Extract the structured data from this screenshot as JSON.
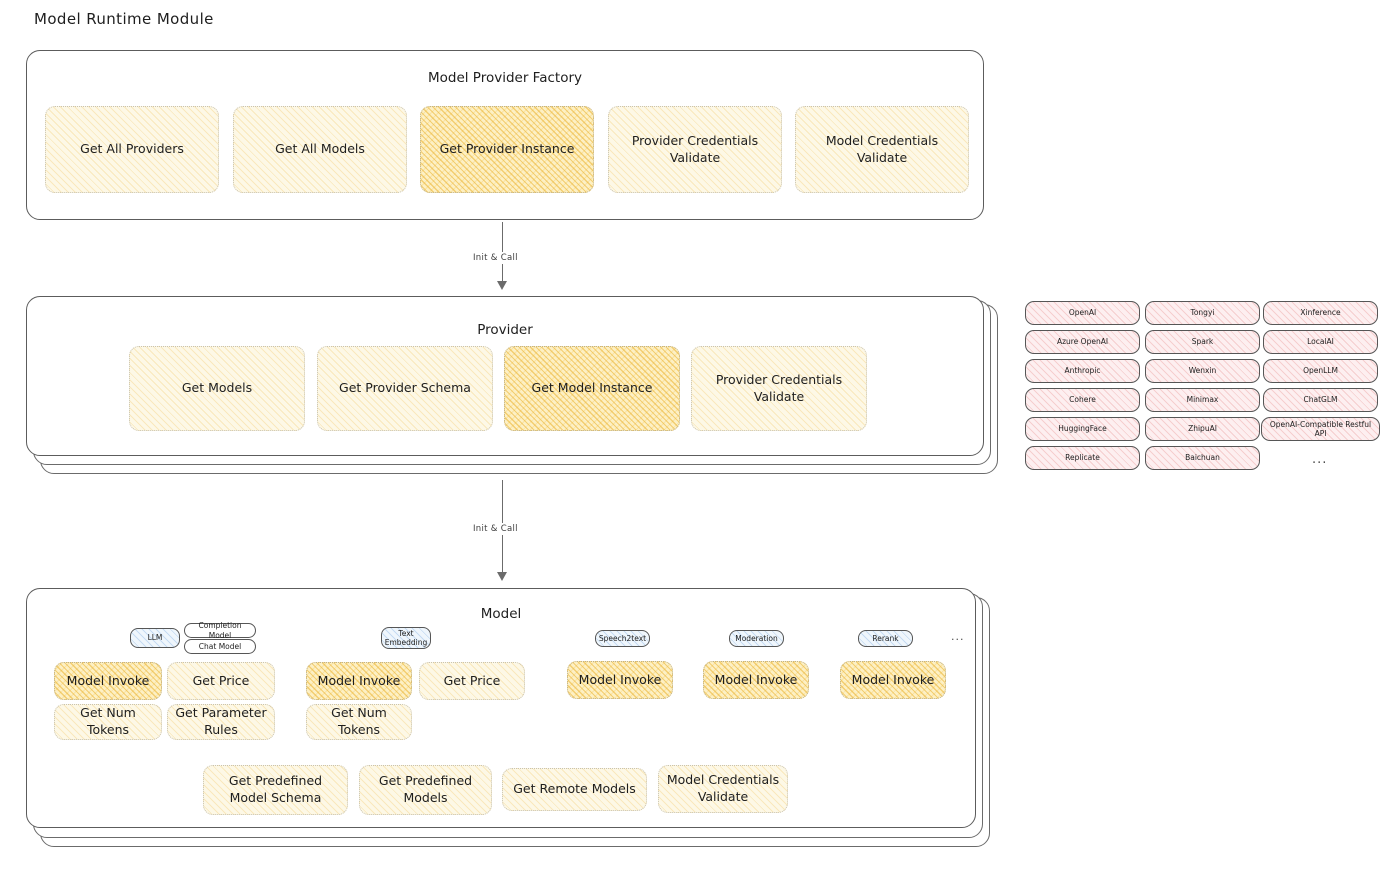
{
  "page": {
    "title": "Model Runtime Module"
  },
  "factory": {
    "title": "Model Provider Factory",
    "nodes": [
      {
        "label": "Get All Providers",
        "highlight": false
      },
      {
        "label": "Get All Models",
        "highlight": false
      },
      {
        "label": "Get Provider Instance",
        "highlight": true
      },
      {
        "label": "Provider Credentials Validate",
        "highlight": false
      },
      {
        "label": "Model Credentials Validate",
        "highlight": false
      }
    ]
  },
  "arrows": [
    {
      "label": "Init & Call"
    },
    {
      "label": "Init & Call"
    }
  ],
  "provider": {
    "title": "Provider",
    "nodes": [
      {
        "label": "Get Models",
        "highlight": false
      },
      {
        "label": "Get Provider Schema",
        "highlight": false
      },
      {
        "label": "Get Model Instance",
        "highlight": true
      },
      {
        "label": "Provider Credentials Validate",
        "highlight": false
      }
    ]
  },
  "provider_list": {
    "columns": [
      {
        "items": [
          "OpenAI",
          "Azure OpenAI",
          "Anthropic",
          "Cohere",
          "HuggingFace",
          "Replicate"
        ]
      },
      {
        "items": [
          "Tongyi",
          "Spark",
          "Wenxin",
          "Minimax",
          "ZhipuAI",
          "Baichuan"
        ]
      },
      {
        "items": [
          "Xinference",
          "LocalAI",
          "OpenLLM",
          "ChatGLM",
          "OpenAI-Compatible Restful API"
        ]
      }
    ],
    "more": "..."
  },
  "model": {
    "title": "Model",
    "more": "...",
    "groups": [
      {
        "type_chip": "LLM",
        "sub_chips": [
          "Completion Model",
          "Chat Model"
        ],
        "nodes": [
          {
            "label": "Model Invoke",
            "highlight": true
          },
          {
            "label": "Get Price",
            "highlight": false
          },
          {
            "label": "Get Num Tokens",
            "highlight": false
          },
          {
            "label": "Get Parameter Rules",
            "highlight": false
          }
        ]
      },
      {
        "type_chip": "Text Embedding",
        "sub_chips": [],
        "nodes": [
          {
            "label": "Model Invoke",
            "highlight": true
          },
          {
            "label": "Get Price",
            "highlight": false
          },
          {
            "label": "Get Num Tokens",
            "highlight": false
          }
        ]
      },
      {
        "type_chip": "Speech2text",
        "sub_chips": [],
        "nodes": [
          {
            "label": "Model Invoke",
            "highlight": true
          }
        ]
      },
      {
        "type_chip": "Moderation",
        "sub_chips": [],
        "nodes": [
          {
            "label": "Model Invoke",
            "highlight": true
          }
        ]
      },
      {
        "type_chip": "Rerank",
        "sub_chips": [],
        "nodes": [
          {
            "label": "Model Invoke",
            "highlight": true
          }
        ]
      }
    ],
    "common_nodes": [
      {
        "label": "Get Predefined Model Schema"
      },
      {
        "label": "Get Predefined Models"
      },
      {
        "label": "Get Remote Models"
      },
      {
        "label": "Model Credentials Validate"
      }
    ]
  },
  "colors": {
    "cream": "#fdf8e6",
    "amber": "#fdf0c4",
    "pink": "#fdeff0",
    "blue": "#eff6fc",
    "stroke": "#5c5c5c"
  }
}
